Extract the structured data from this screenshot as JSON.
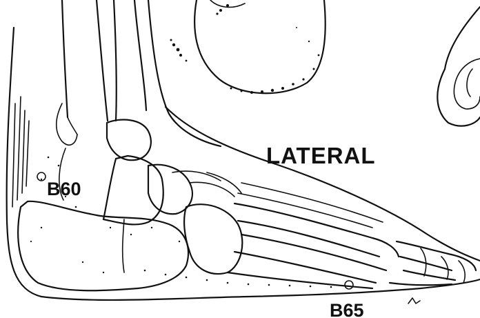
{
  "figure": {
    "view_label": "LATERAL",
    "points": [
      {
        "id": "b60",
        "label": "B60"
      },
      {
        "id": "b65",
        "label": "B65"
      }
    ],
    "ink_color": "#111111",
    "background_color": "#ffffff"
  }
}
